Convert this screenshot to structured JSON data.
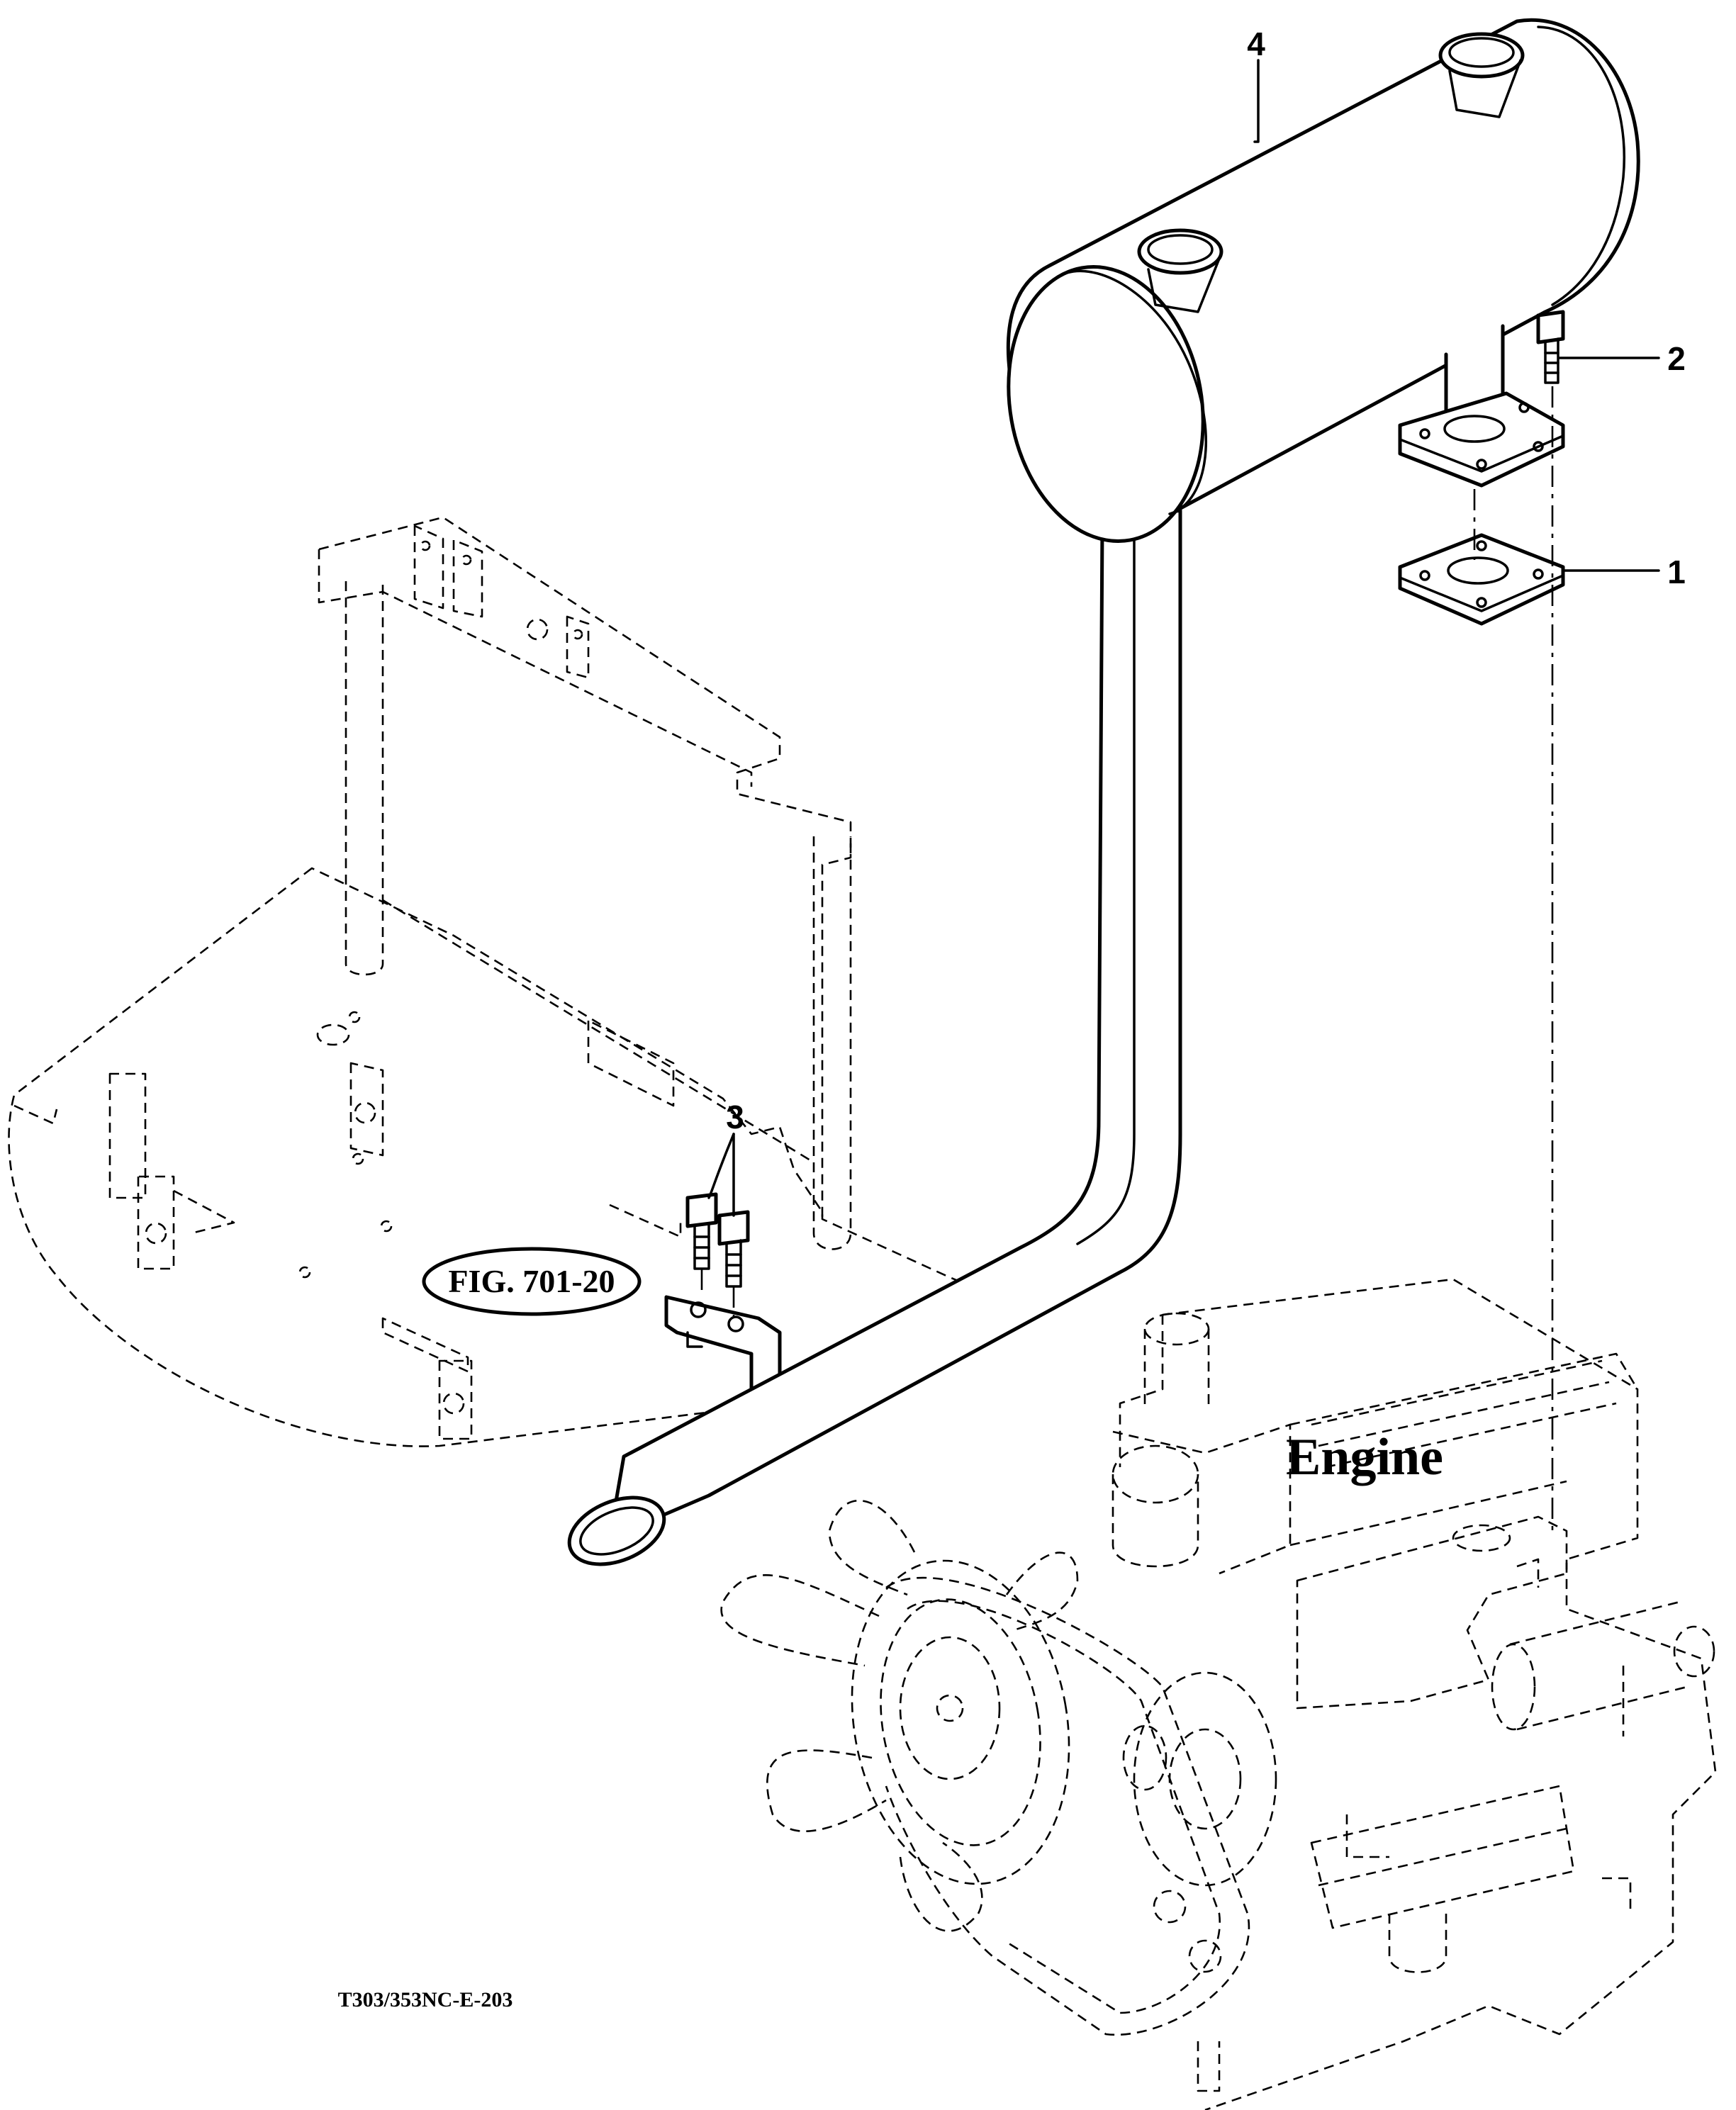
{
  "callouts": [
    {
      "id": "1",
      "label": "1"
    },
    {
      "id": "2",
      "label": "2"
    },
    {
      "id": "3",
      "label": "3"
    },
    {
      "id": "4",
      "label": "4"
    }
  ],
  "engine_label": "Engine",
  "figure_reference": "FIG. 701-20",
  "drawing_number": "T303/353NC-E-203"
}
